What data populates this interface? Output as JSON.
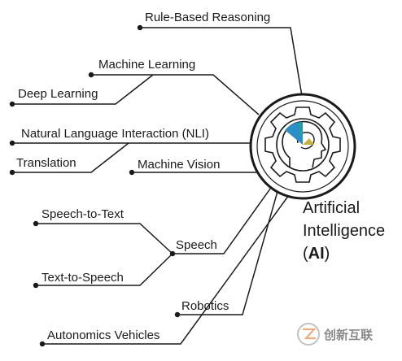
{
  "center": {
    "title_line1": "Artificial",
    "title_line2": "Intelligence",
    "title_open": "(",
    "title_abbr": "AI",
    "title_close": ")",
    "icon": "gear-head-icon"
  },
  "branches": [
    {
      "label": "Rule-Based Reasoning"
    },
    {
      "label": "Machine Learning"
    },
    {
      "label": "Deep Learning"
    },
    {
      "label": "Natural Language Interaction (NLI)"
    },
    {
      "label": "Translation"
    },
    {
      "label": "Machine Vision"
    },
    {
      "label": "Speech"
    },
    {
      "label": "Speech-to-Text"
    },
    {
      "label": "Text-to-Speech"
    },
    {
      "label": "Robotics"
    },
    {
      "label": "Autonomics Vehicles"
    }
  ],
  "watermark": {
    "text": "创新互联",
    "icon": "logo-icon"
  },
  "colors": {
    "line": "#1a1a1a",
    "accent_blue": "#2a8fc7",
    "accent_teal": "#1f9fa0",
    "accent_yellow": "#c9b23a"
  }
}
